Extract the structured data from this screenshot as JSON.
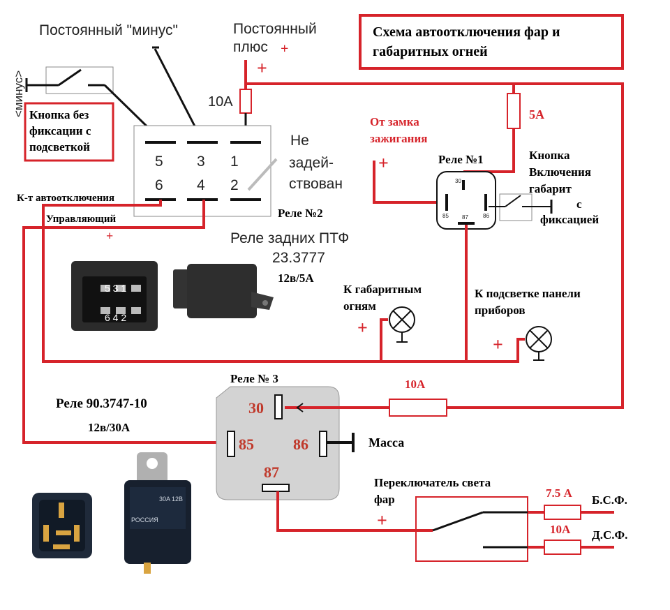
{
  "title": {
    "line1": "Схема автоотключения фар и",
    "line2": "габаритных огней"
  },
  "labels": {
    "const_minus": "Постоянный \"минус\"",
    "const_plus_1": "Постоянный",
    "const_plus_2": "плюс",
    "plus": "+",
    "minus_vertical": "<минус>",
    "button_no_fix_1": "Кнопка без",
    "button_no_fix_2": "фиксации с",
    "button_no_fix_3": "подсветкой",
    "fuse_10a_top": "10А",
    "not_used_1": "Не",
    "not_used_2": "задей-",
    "not_used_3": "ствован",
    "relay2": "Реле №2",
    "relay2_name_1": "Реле задних ПТФ",
    "relay2_name_2": "23.3777",
    "relay2_rating": "12в/5А",
    "auto_off_contact": "К-т автоотключения",
    "control": "Управляющий",
    "ignition_1": "От замка",
    "ignition_2": "зажигания",
    "fuse_5a": "5А",
    "relay1": "Реле №1",
    "button_fix_1": "Кнопка",
    "button_fix_2": "Включения",
    "button_fix_3": "габарит",
    "button_fix_4": "с",
    "button_fix_5": "фиксацией",
    "to_parking_1": "К габаритным",
    "to_parking_2": "огням",
    "to_panel_1": "К подсветке панели",
    "to_panel_2": "приборов",
    "relay3": "Реле № 3",
    "relay3_model": "Реле 90.3747-10",
    "relay3_rating": "12в/30А",
    "fuse_10a_mid": "10А",
    "ground": "Масса",
    "light_switch_1": "Переключатель света",
    "light_switch_2": "фар",
    "fuse_7_5a": "7.5 А",
    "fuse_10a_bot": "10А",
    "high_beam": "Б.С.Ф.",
    "low_beam": "Д.С.Ф."
  },
  "relay2_pins": {
    "p5": "5",
    "p3": "3",
    "p1": "1",
    "p6": "6",
    "p4": "4",
    "p2": "2"
  },
  "relay2_photo_pins": {
    "top": "5 3 1",
    "bottom": "6 4 2"
  },
  "relay1_pins": {
    "p30": "30",
    "p85": "85",
    "p86": "86",
    "p87": "87"
  },
  "relay3_pins": {
    "p30": "30",
    "p85": "85",
    "p86": "86",
    "p87": "87"
  },
  "relay3_photo_label": {
    "brand": "РОССИЯ",
    "rating": "30A 12B"
  },
  "colors": {
    "wire_red": "#d6232a",
    "wire_black": "#111111",
    "title_red": "#c8102e",
    "relay_grey": "#d3d3d3",
    "pin_red": "#c0392b"
  }
}
